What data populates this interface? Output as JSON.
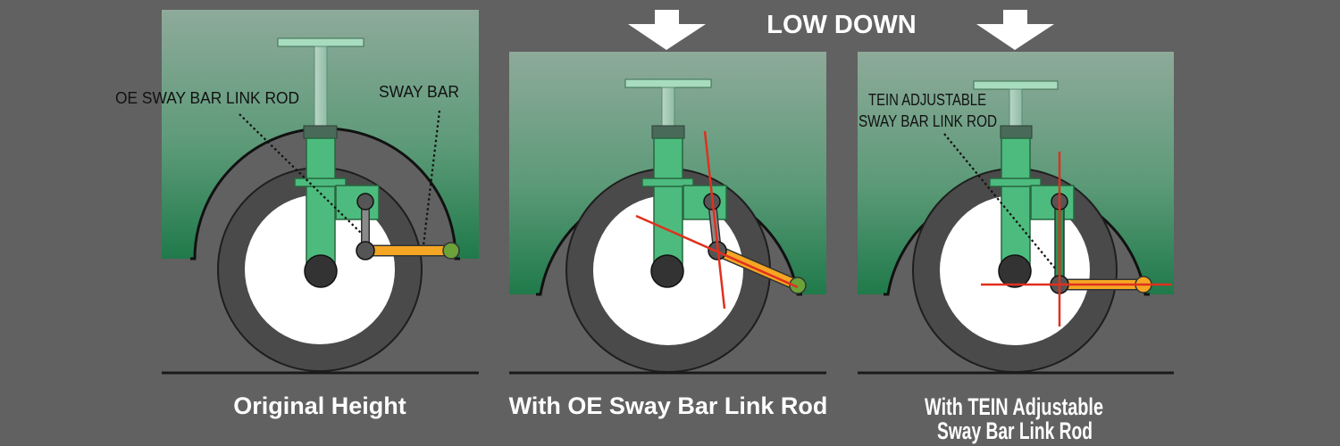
{
  "header": {
    "title": "LOW DOWN"
  },
  "panels": [
    {
      "caption": "Original Height",
      "callouts": [
        "OE SWAY BAR LINK ROD",
        "SWAY BAR"
      ]
    },
    {
      "caption": "With OE Sway Bar Link Rod"
    },
    {
      "caption_line1": "With TEIN Adjustable",
      "caption_line2": "Sway Bar Link Rod",
      "callout_line1": "TEIN ADJUSTABLE",
      "callout_line2": "SWAY BAR LINK ROD"
    }
  ],
  "colors": {
    "background": "#616161",
    "body_top": "#8eaa9a",
    "body_bottom": "#1f7a4a",
    "strut": "#4dbb7e",
    "sway_bar": "#f5a623",
    "guide_line": "#e0301e",
    "tire": "#4a4a4a",
    "wheel": "#ffffff"
  },
  "icons": [
    "down-arrow-icon",
    "down-arrow-icon"
  ]
}
